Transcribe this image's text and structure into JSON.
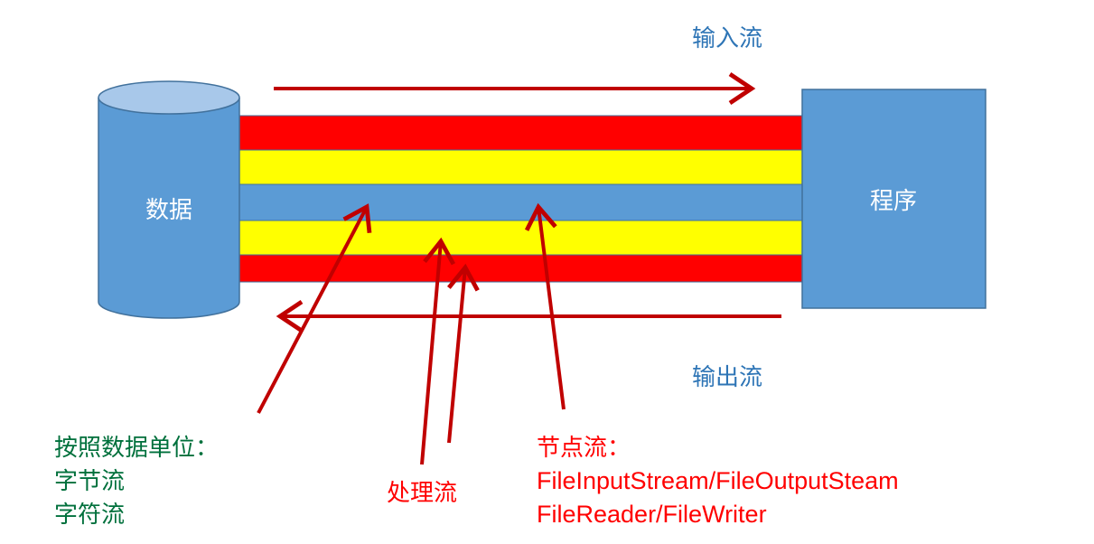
{
  "data_store": {
    "label": "数据"
  },
  "program": {
    "label": "程序"
  },
  "input_stream": {
    "label": "输入流"
  },
  "output_stream": {
    "label": "输出流"
  },
  "by_unit": {
    "title": "按照数据单位：",
    "byte_stream": "字节流",
    "char_stream": "字符流"
  },
  "processing_stream": {
    "label": "处理流"
  },
  "node_stream": {
    "title": "节点流：",
    "file_stream": "FileInputStream/FileOutputSteam",
    "file_rw": "FileReader/FileWriter"
  },
  "colors": {
    "blue": "#5b9bd5",
    "blue_dark": "#41719c",
    "cylinder_top": "#a8c8ea",
    "red": "#ff0000",
    "yellow": "#ffff00",
    "arrow_red": "#c00000",
    "label_blue": "#2e75b6",
    "label_green": "#00703c",
    "label_red": "#ff0000"
  }
}
